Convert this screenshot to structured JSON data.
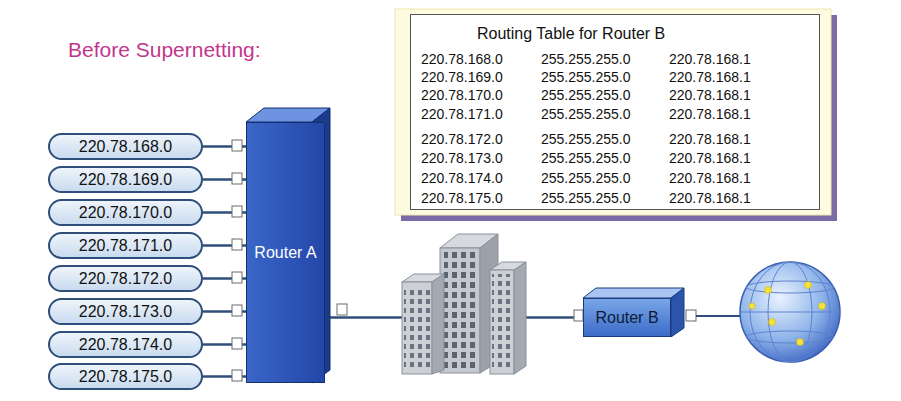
{
  "diagram": {
    "title": "Before Supernetting:",
    "nodes": [
      {
        "text": [
          "Routing Table for Router B"
        ]
      },
      {
        "text": [
          "220.78.168.0"
        ]
      },
      {
        "text": [
          "220.78.169.0"
        ]
      },
      {
        "text": [
          "220.78.170.0"
        ]
      },
      {
        "text": [
          "220.78.171.0"
        ]
      },
      {
        "text": [
          "220.78.172.0"
        ]
      },
      {
        "text": [
          "220.78.173.0"
        ]
      },
      {
        "text": [
          "220.78.174.0"
        ]
      },
      {
        "text": [
          "220.78.175.0"
        ]
      },
      {
        "text": [
          "Router A"
        ]
      },
      {
        "text": [
          "Router B"
        ]
      }
    ],
    "edges": [
      {
        "from": 1,
        "to": 9,
        "arrow": "none"
      },
      {
        "from": 2,
        "to": 9,
        "arrow": "none"
      },
      {
        "from": 3,
        "to": 9,
        "arrow": "none"
      },
      {
        "from": 4,
        "to": 9,
        "arrow": "none"
      },
      {
        "from": 5,
        "to": 9,
        "arrow": "none"
      },
      {
        "from": 6,
        "to": 9,
        "arrow": "none"
      },
      {
        "from": 7,
        "to": 9,
        "arrow": "none"
      },
      {
        "from": 8,
        "to": 9,
        "arrow": "none"
      },
      {
        "from": 9,
        "to": 10,
        "arrow": "none"
      }
    ],
    "labels": [
      "220.78.168.0",
      "255.255.255.0",
      "220.78.168.1",
      "220.78.169.0",
      "255.255.255.0",
      "220.78.168.1",
      "220.78.170.0",
      "255.255.255.0",
      "220.78.168.1",
      "220.78.171.0",
      "255.255.255.0",
      "220.78.168.1",
      "220.78.172.0",
      "255.255.255.0",
      "220.78.168.1",
      "220.78.173.0",
      "255.255.255.0",
      "220.78.168.1",
      "220.78.174.0",
      "255.255.255.0",
      "220.78.168.1",
      "220.78.175.0",
      "255.255.255.0",
      "220.78.168.1"
    ]
  }
}
